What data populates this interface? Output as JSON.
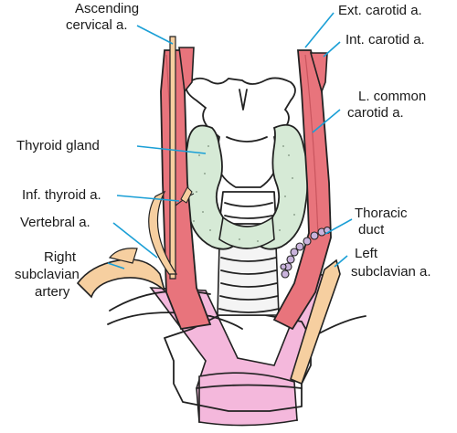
{
  "labels": {
    "ascending_cervical_1": "Ascending",
    "ascending_cervical_2": "cervical a.",
    "ext_carotid": "Ext. carotid a.",
    "int_carotid": "Int. carotid a.",
    "l_common_carotid_1": "L. common",
    "l_common_carotid_2": "carotid a.",
    "thyroid_gland": "Thyroid gland",
    "inf_thyroid": "Inf. thyroid a.",
    "vertebral": "Vertebral a.",
    "right_subclavian_1": "Right",
    "right_subclavian_2": "subclavian",
    "right_subclavian_3": "artery",
    "thoracic_duct_1": "Thoracic",
    "thoracic_duct_2": "duct",
    "left_subclavian_1": "Left",
    "left_subclavian_2": "subclavian a."
  },
  "colors": {
    "artery": "#e8747c",
    "artery_shade": "#c9555e",
    "thyroid": "#d6ead6",
    "vein": "#f4b8dc",
    "duct": "#c9b3dc",
    "small_artery": "#f6cfa0",
    "leader": "#1a9fd6",
    "outline": "#222222"
  }
}
